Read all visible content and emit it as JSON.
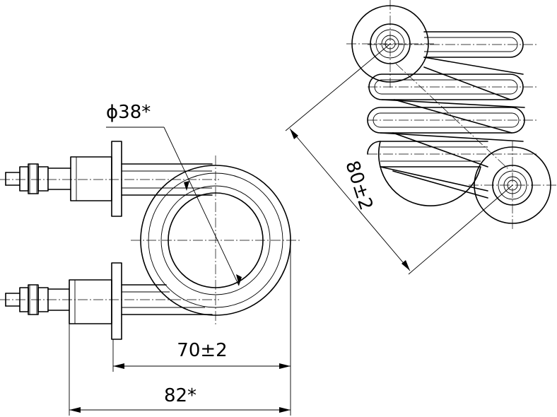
{
  "dimensions": {
    "diameter_label": "ϕ38*",
    "inner_length_label": "70±2",
    "overall_length_label": "82*",
    "coil_length_label": "80±2"
  }
}
